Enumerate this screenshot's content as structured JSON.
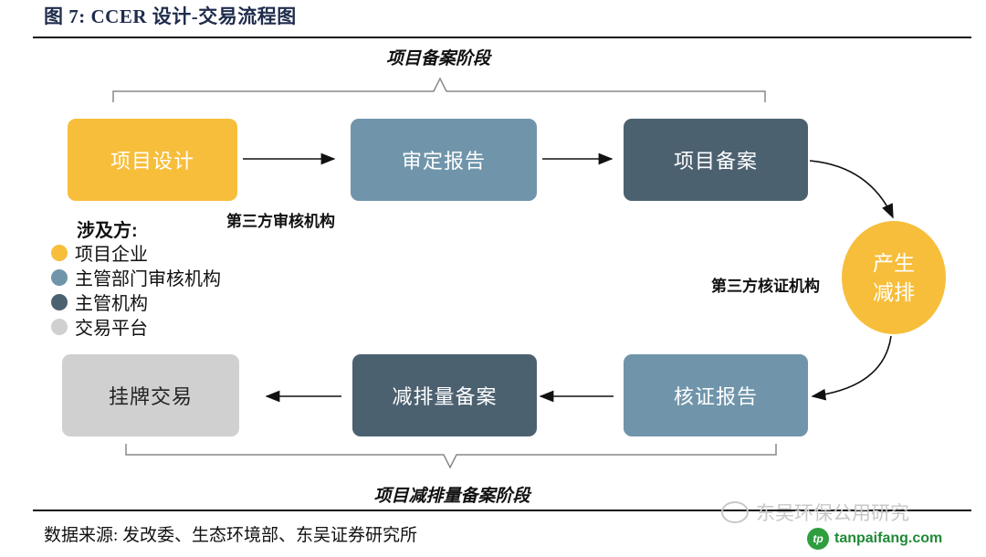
{
  "title": "图 7:  CCER 设计-交易流程图",
  "stages": {
    "top": "项目备案阶段",
    "bottom": "项目减排量备案阶段"
  },
  "nodes": {
    "project_design": "项目设计",
    "validation_report": "审定报告",
    "project_filing": "项目备案",
    "reduction_line1": "产生",
    "reduction_line2": "减排",
    "verification_report": "核证报告",
    "reduction_filing": "减排量备案",
    "listing_trading": "挂牌交易"
  },
  "edge_labels": {
    "third_party_audit": "第三方审核机构",
    "third_party_verify": "第三方核证机构"
  },
  "legend": {
    "title": "涉及方:",
    "items": [
      {
        "label": "项目企业",
        "color": "#f7be3b"
      },
      {
        "label": "主管部门审核机构",
        "color": "#7095aa"
      },
      {
        "label": "主管机构",
        "color": "#4c6170"
      },
      {
        "label": "交易平台",
        "color": "#d0d0d0"
      }
    ]
  },
  "colors": {
    "enterprise": "#f7be3b",
    "audit": "#7095aa",
    "authority": "#4c6170",
    "platform": "#d0d0d0"
  },
  "source": "数据来源: 发改委、生态环境部、东吴证券研究所",
  "watermark": "东吴环保公用研究",
  "site": "tanpaifang.com"
}
